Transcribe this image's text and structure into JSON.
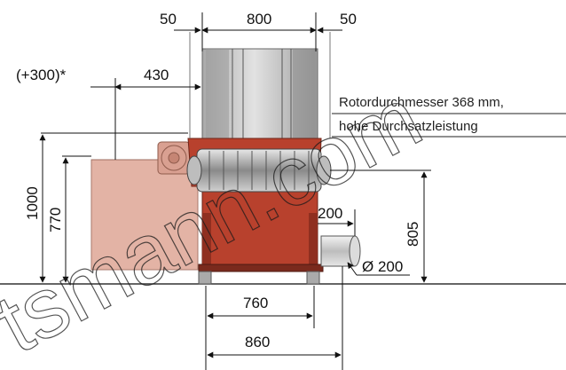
{
  "dimensions": {
    "top_left_offset": "50",
    "top_width": "800",
    "top_right_offset": "50",
    "extension": "(+300)*",
    "side_depth": "430",
    "total_height": "1000",
    "body_height": "770",
    "outlet_height": "805",
    "outlet_offset": "200",
    "outlet_diameter": "Ø 200",
    "base_width_inner": "760",
    "base_width_outer": "860"
  },
  "notes": {
    "line1": "Rotordurchmesser 368 mm,",
    "line2": "hohe Durchsatzleistung"
  },
  "watermark": "tsmann.com",
  "colors": {
    "machine_red": "#b8412d",
    "machine_red_dark": "#8f2f20",
    "conveyor_pink": "#e3b3a5",
    "hopper_gray": "#c9c9c9",
    "rotor_gray": "#9a9a9a"
  }
}
